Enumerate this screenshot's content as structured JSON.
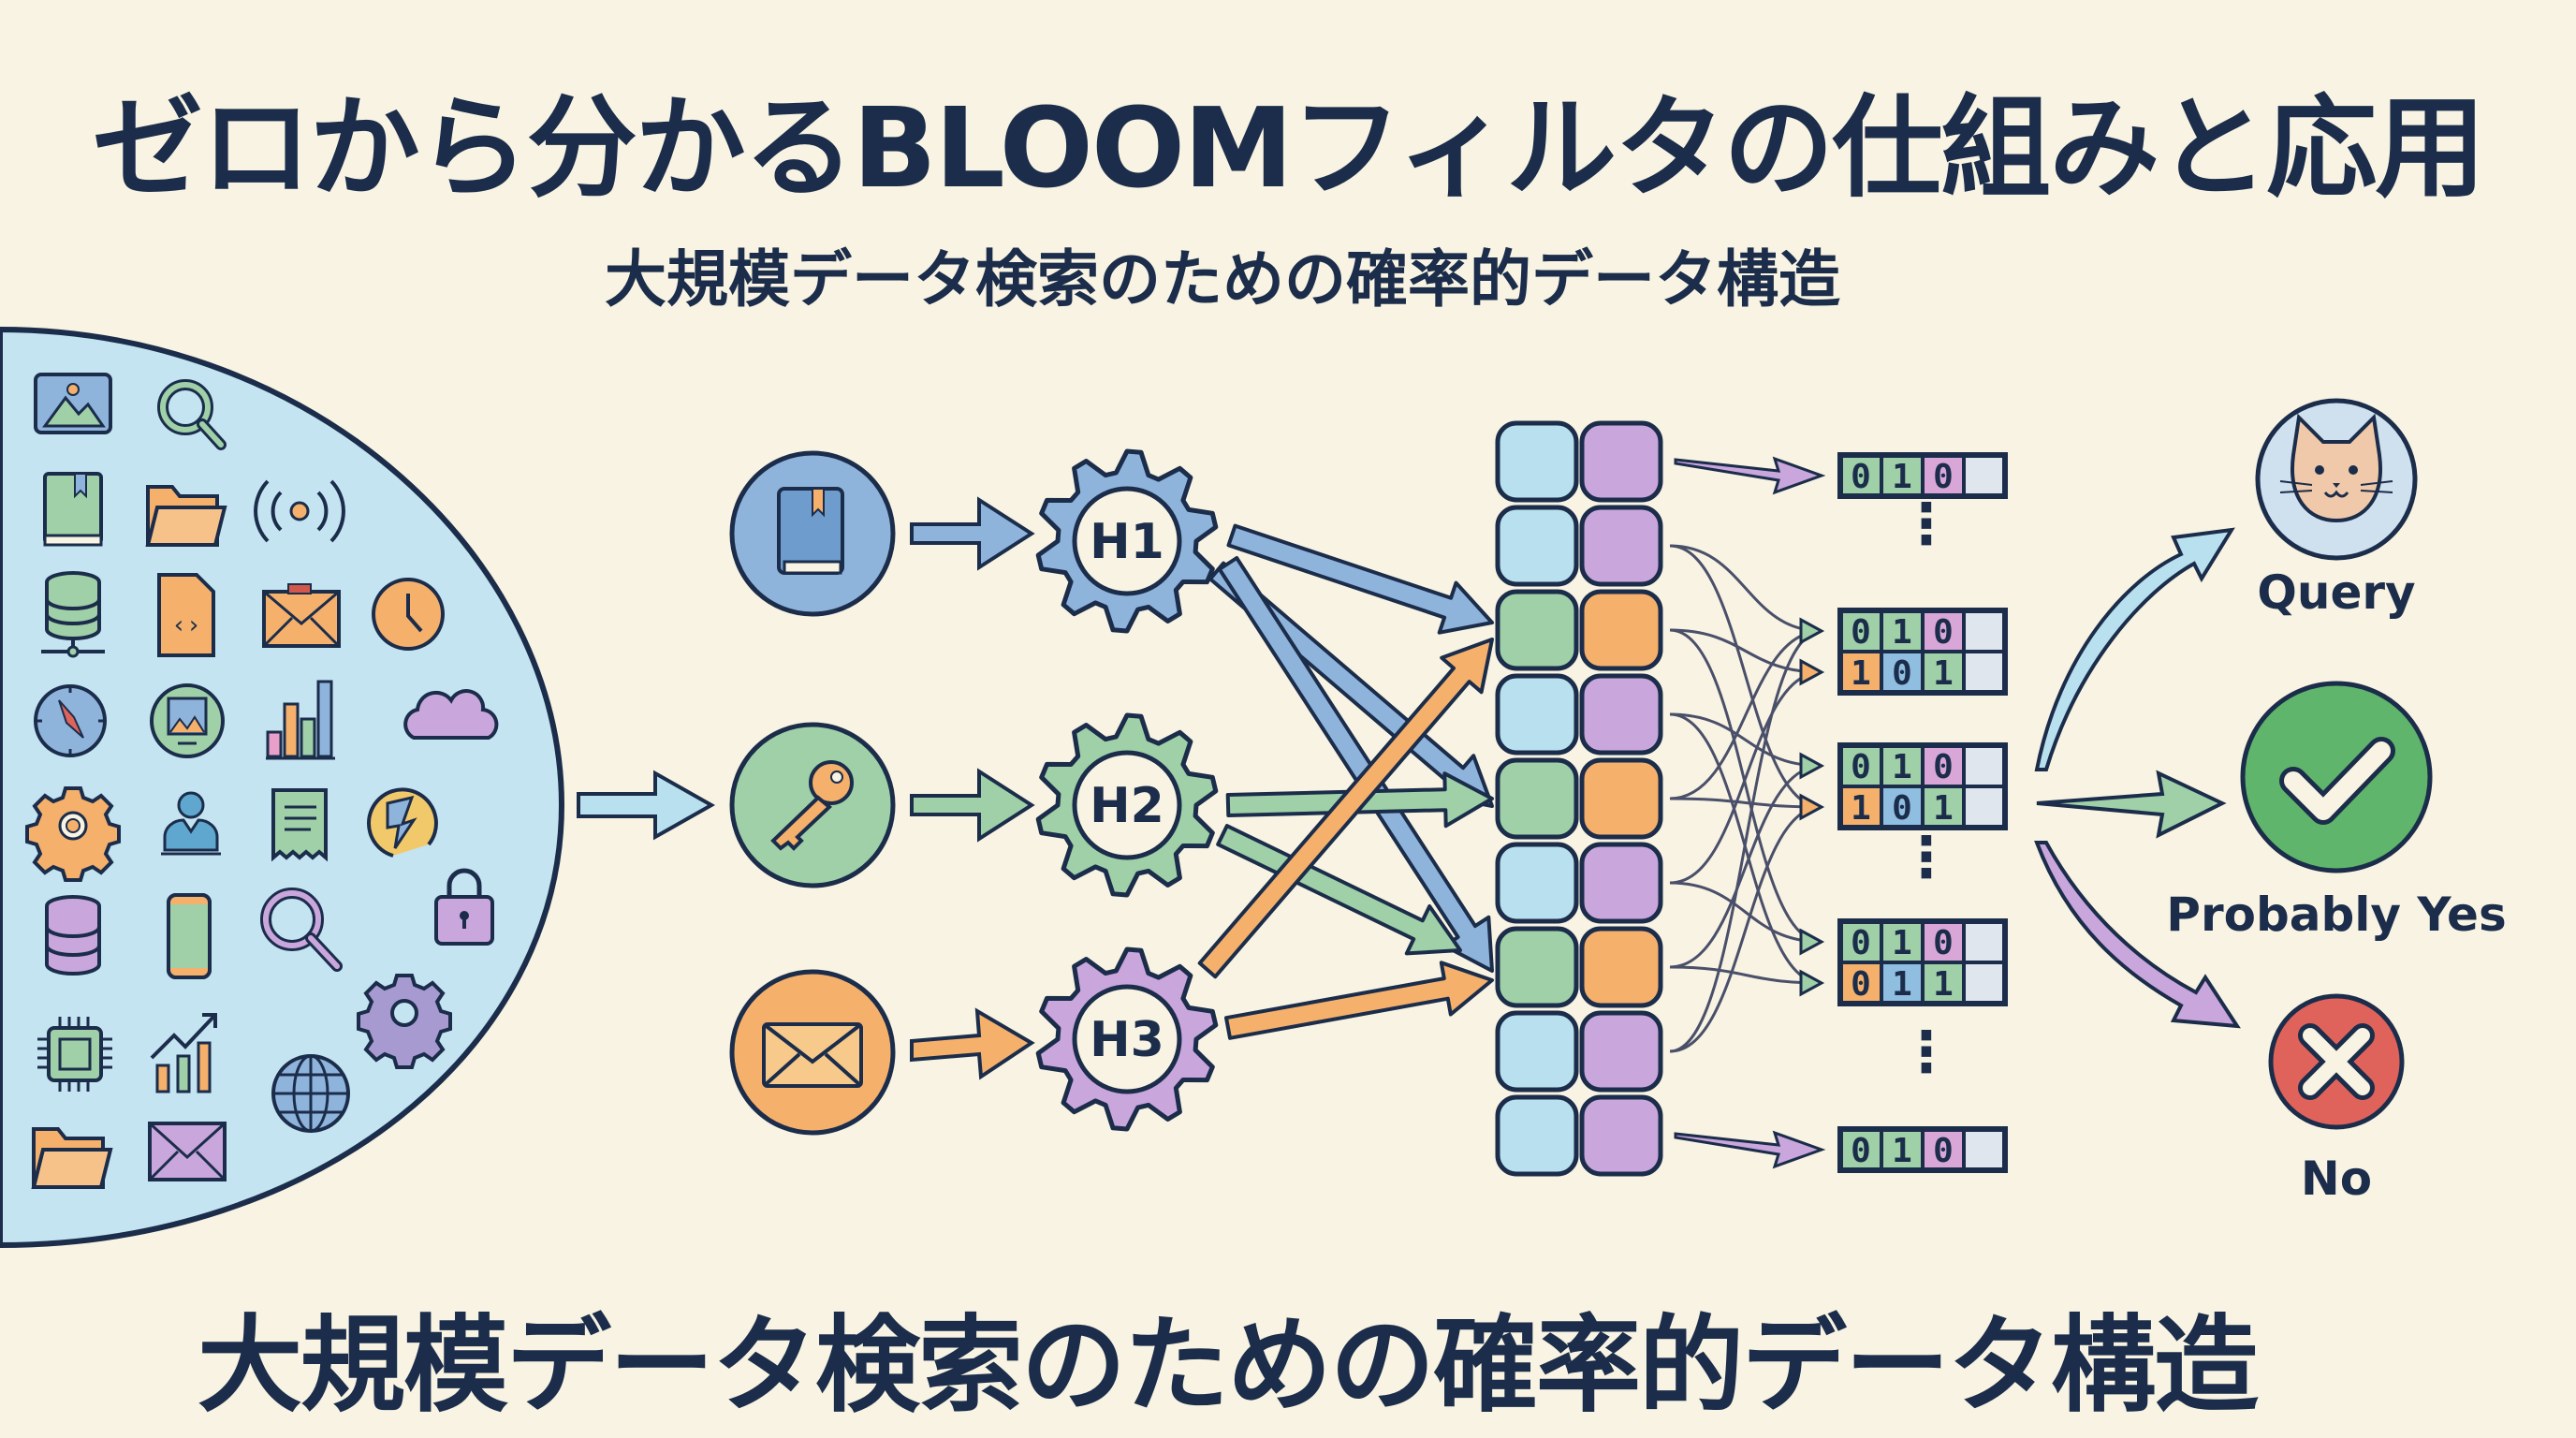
{
  "header": {
    "title": "ゼロから分かるBLOOMフィルタの仕組みと応用",
    "subtitle": "大規模データ検索のための確率的データ構造"
  },
  "footer": {
    "caption": "大規模データ検索のための確率的データ構造"
  },
  "colors": {
    "background": "#f8f3e2",
    "ink": "#1b2d4a",
    "blue": "#8fb4dc",
    "cyan": "#b9e0ee",
    "green": "#9fd0a8",
    "orange": "#f5b06c",
    "purple": "#c9a6dc",
    "check_green": "#5fb56b",
    "cross_red": "#e0635b"
  },
  "data_pool": {
    "label": "data-pool",
    "icons": [
      "image-icon",
      "search-icon",
      "book-icon",
      "folder-icon",
      "broadcast-icon",
      "database-network-icon",
      "code-file-icon",
      "mail-icon",
      "clock-icon",
      "compass-icon",
      "photo-badge-icon",
      "bar-chart-icon",
      "cloud-icon",
      "gear-icon",
      "user-icon",
      "receipt-icon",
      "lightning-badge-icon",
      "database-icon",
      "smartphone-icon",
      "magnifier-icon",
      "lock-icon",
      "settings-icon",
      "cpu-icon",
      "growth-chart-icon",
      "globe-icon",
      "folder-open-icon",
      "envelope-icon"
    ]
  },
  "inputs": [
    {
      "icon": "book-icon",
      "color": "blue"
    },
    {
      "icon": "key-icon",
      "color": "green"
    },
    {
      "icon": "envelope-icon",
      "color": "orange"
    }
  ],
  "hashes": [
    {
      "label": "H1",
      "color": "blue"
    },
    {
      "label": "H2",
      "color": "green"
    },
    {
      "label": "H3",
      "color": "purple"
    }
  ],
  "bit_array": {
    "rows": [
      [
        "cyan",
        "purple"
      ],
      [
        "cyan",
        "purple"
      ],
      [
        "green",
        "orange"
      ],
      [
        "cyan",
        "purple"
      ],
      [
        "green",
        "orange"
      ],
      [
        "cyan",
        "purple"
      ],
      [
        "green",
        "orange"
      ],
      [
        "cyan",
        "purple"
      ],
      [
        "cyan",
        "purple"
      ]
    ]
  },
  "bit_blocks": [
    {
      "rows": [
        [
          "0",
          "1",
          "0",
          ""
        ]
      ]
    },
    {
      "rows": [
        [
          "0",
          "1",
          "0",
          ""
        ],
        [
          "1",
          "0",
          "1",
          ""
        ]
      ]
    },
    {
      "rows": [
        [
          "0",
          "1",
          "0",
          ""
        ],
        [
          "1",
          "0",
          "1",
          ""
        ]
      ]
    },
    {
      "rows": [
        [
          "0",
          "1",
          "0",
          ""
        ],
        [
          "0",
          "1",
          "1",
          ""
        ]
      ]
    },
    {
      "rows": [
        [
          "0",
          "1",
          "0",
          ""
        ]
      ]
    }
  ],
  "ellipsis": "⋮",
  "results": {
    "query": {
      "label": "Query",
      "icon": "cat-icon"
    },
    "yes": {
      "label": "Probably Yes",
      "icon": "check-icon"
    },
    "no": {
      "label": "No",
      "icon": "cross-icon"
    }
  }
}
